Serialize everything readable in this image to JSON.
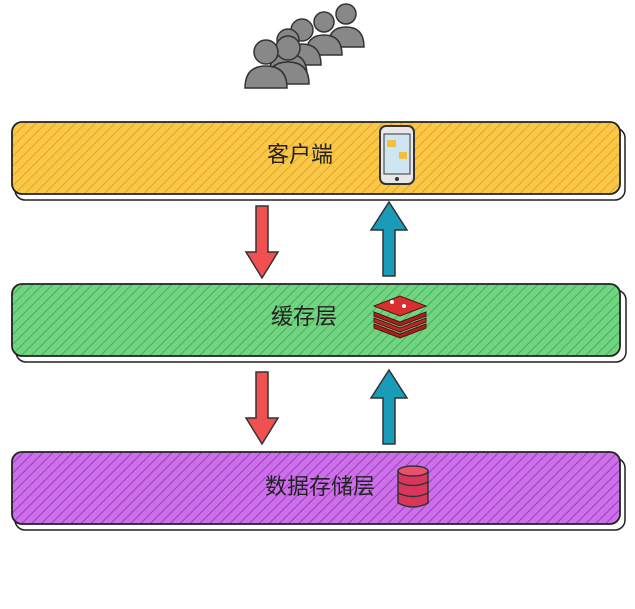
{
  "layers": [
    {
      "label": "客户端",
      "fill": "#f9c84a",
      "hatch": "#f0a814",
      "icon": "mobile-phone-icon"
    },
    {
      "label": "缓存层",
      "fill": "#6fd27e",
      "hatch": "#3fb85a",
      "icon": "redis-icon"
    },
    {
      "label": "数据存储层",
      "fill": "#c86de6",
      "hatch": "#a63ccf",
      "icon": "database-icon"
    }
  ],
  "arrows": {
    "request_color": "#f05050",
    "response_color": "#1a9bb8"
  },
  "users_icon": "users-group-icon"
}
